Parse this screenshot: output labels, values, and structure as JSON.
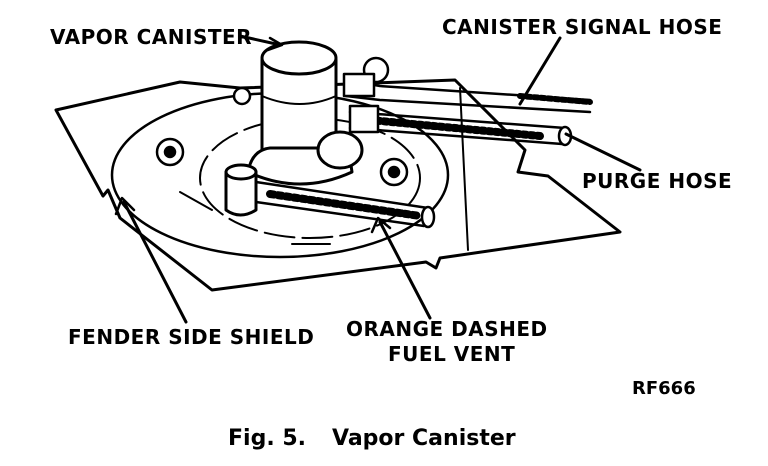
{
  "labels": {
    "vapor_canister": "VAPOR CANISTER",
    "canister_signal_hose": "CANISTER SIGNAL HOSE",
    "purge_hose": "PURGE HOSE",
    "fender_side_shield": "FENDER SIDE SHIELD",
    "orange_dashed_line1": "ORANGE DASHED",
    "orange_dashed_line2": "FUEL VENT"
  },
  "reference_code": "RF666",
  "caption": {
    "number": "Fig. 5.",
    "title": "Vapor Canister"
  }
}
